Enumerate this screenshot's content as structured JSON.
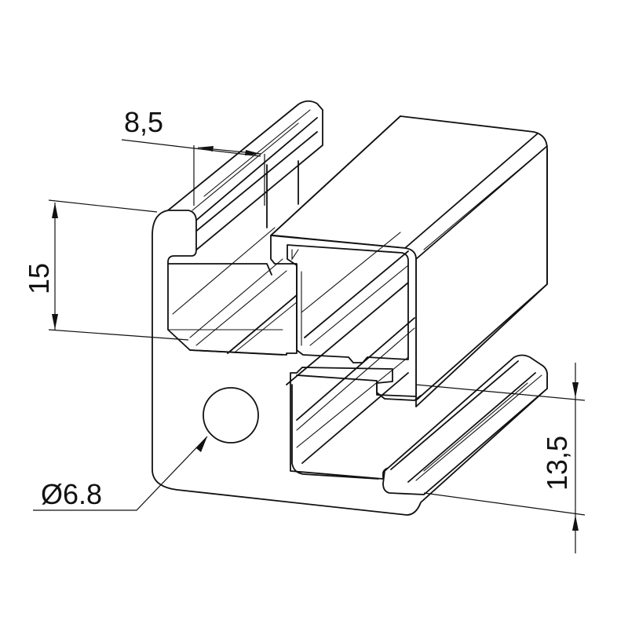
{
  "dimensions": {
    "width_top": "8,5",
    "height_left": "15",
    "height_right": "13,5",
    "hole_diameter": "Ø6.8"
  }
}
